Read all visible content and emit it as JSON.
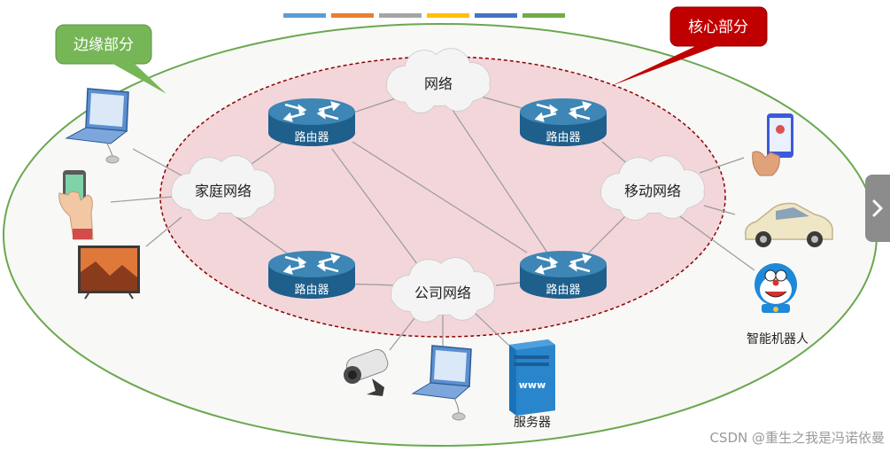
{
  "color_bar": [
    "#5b9bd5",
    "#ed7d31",
    "#a5a5a5",
    "#ffc000",
    "#4472c4",
    "#70ad47"
  ],
  "callouts": {
    "edge": {
      "text": "边缘部分",
      "fill": "#77b657",
      "text_color": "#ffffff"
    },
    "core": {
      "text": "核心部分",
      "fill": "#c00000",
      "text_color": "#ffffff"
    }
  },
  "clouds": {
    "internet": "网络",
    "home": "家庭网络",
    "mobile": "移动网络",
    "company": "公司网络"
  },
  "routers": {
    "top_left": "路由器",
    "top_right": "路由器",
    "bottom_left": "路由器",
    "bottom_right": "路由器"
  },
  "devices": {
    "server": "服务器",
    "server_screen": "www",
    "robot": "智能机器人"
  },
  "watermark": "CSDN @重生之我是冯诺依曼",
  "colors": {
    "edge_ellipse_fill": "#f8f8f6",
    "edge_ellipse_stroke": "#6aa84f",
    "core_ellipse_fill": "#f3d6d9",
    "core_ellipse_stroke": "#8b0000",
    "router_body": "#1f5f8b",
    "router_top": "#3d86b5",
    "link": "#9a9a9a"
  },
  "icons": [
    "laptop-icon",
    "phone-icon",
    "tv-icon",
    "camera-icon",
    "server-icon",
    "car-icon",
    "robot-icon",
    "chevron-right-icon"
  ]
}
